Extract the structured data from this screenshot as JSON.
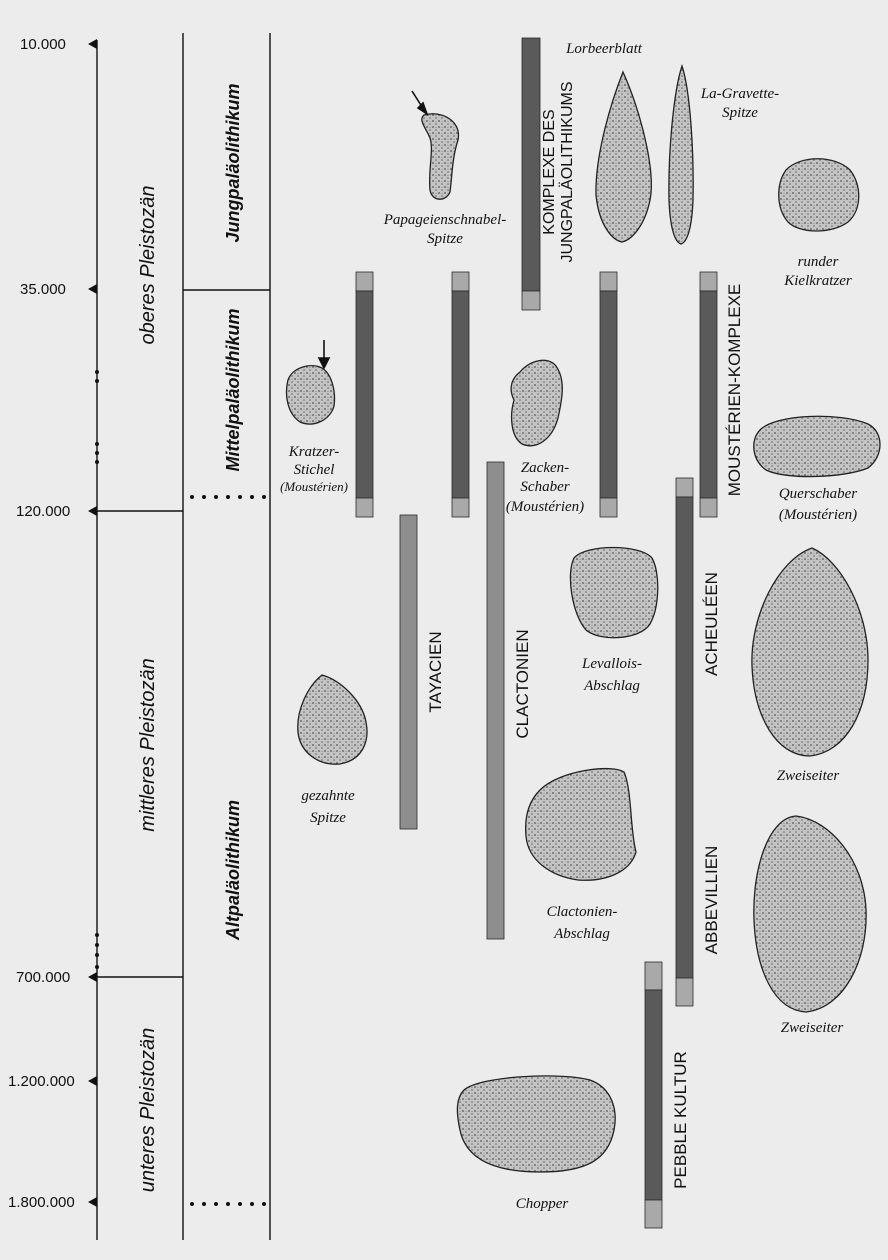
{
  "years": {
    "y10000": "10.000",
    "y35000": "35.000",
    "y120000": "120.000",
    "y700000": "700.000",
    "y1200000": "1.200.000",
    "y1800000": "1.800.000"
  },
  "epochs": {
    "upper": "oberes Pleistozän",
    "middle": "mittleres Pleistozän",
    "lower": "unteres Pleistozän"
  },
  "periods": {
    "upper": "Jungpaläolithikum",
    "middle": "Mittelpaläolithikum",
    "lower": "Altpaläolithikum"
  },
  "cultures": {
    "jungpal_line1": "KOMPLEXE DES",
    "jungpal_line2": "JUNGPALÄOLITHIKUMS",
    "mousterien": "MOUSTÉRIEN-KOMPLEXE",
    "tayacien": "TAYACIEN",
    "clactonien": "CLACTONIEN",
    "acheuleen": "ACHEULÉEN",
    "abbevillien": "ABBEVILLIEN",
    "pebble": "PEBBLE KULTUR"
  },
  "tools": {
    "lorbeerblatt": "Lorbeerblatt",
    "gravette_1": "La-Gravette-",
    "gravette_2": "Spitze",
    "papagei_1": "Papageienschnabel-",
    "papagei_2": "Spitze",
    "kielkratzer_1": "runder",
    "kielkratzer_2": "Kielkratzer",
    "kratzer_1": "Kratzer-",
    "kratzer_2": "Stichel",
    "kratzer_3": "(Moustérien)",
    "zacken_1": "Zacken-",
    "zacken_2": "Schaber",
    "zacken_3": "(Moustérien)",
    "quer_1": "Querschaber",
    "quer_2": "(Moustérien)",
    "levallois_1": "Levallois-",
    "levallois_2": "Abschlag",
    "gezahnte_1": "gezahnte",
    "gezahnte_2": "Spitze",
    "zweiseiter_a": "Zweiseiter",
    "clactonien_1": "Clactonien-",
    "clactonien_2": "Abschlag",
    "zweiseiter_b": "Zweiseiter",
    "chopper": "Chopper"
  },
  "colors": {
    "background": "#ececec",
    "bar_dark": "#5a5a5a",
    "bar_mid": "#8e8e8e",
    "bar_light": "#a9a9a9",
    "line": "#111111",
    "stone": "#b9b9b9"
  }
}
